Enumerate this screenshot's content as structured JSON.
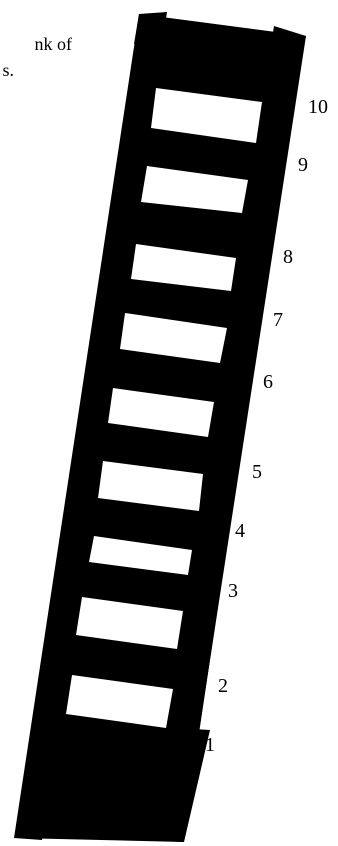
{
  "clipped_text": {
    "line_1": "nk of",
    "line_2": "s."
  },
  "ladder": {
    "color": "#000000",
    "background": "#ffffff",
    "rung_labels": [
      "1",
      "2",
      "3",
      "4",
      "5",
      "6",
      "7",
      "8",
      "9",
      "10"
    ]
  }
}
